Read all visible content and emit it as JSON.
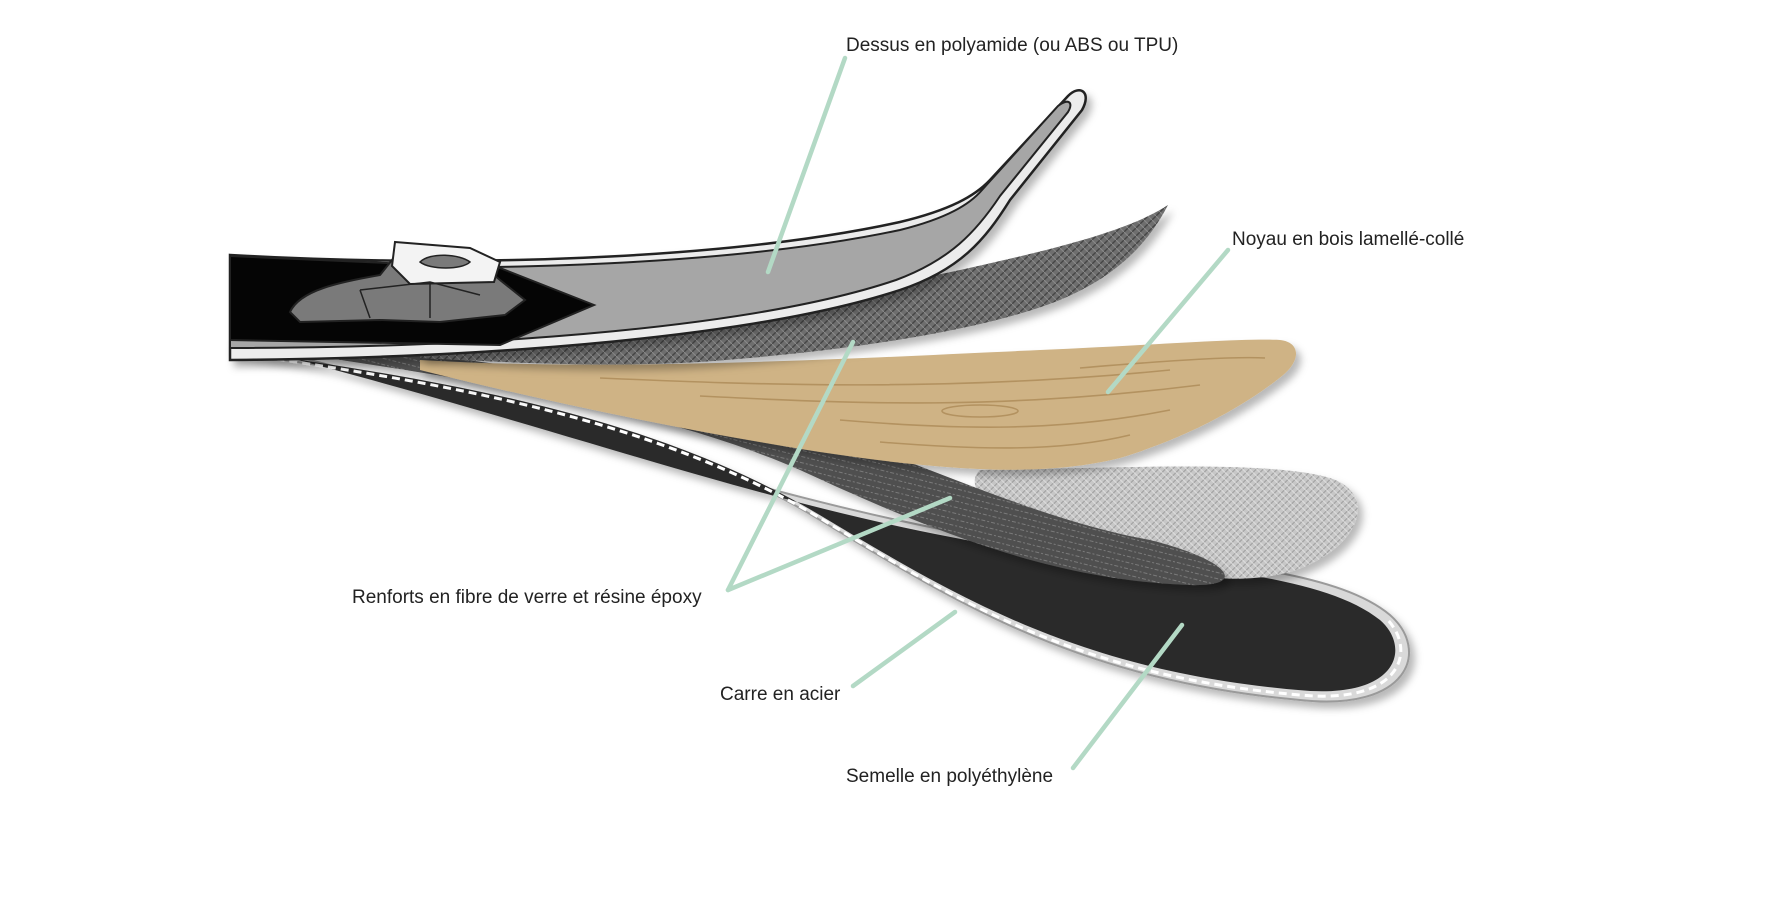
{
  "labels": {
    "top_sheet": "Dessus en polyamide (ou ABS ou TPU)",
    "core": "Noyau en bois lamellé-collé",
    "reinforcements": "Renforts en fibre de verre et résine époxy",
    "steel_edge": "Carre en acier",
    "base": "Semelle en polyéthylène"
  },
  "colors": {
    "leader_line": "#b3d9c5",
    "top_sheet": "#a6a6a6",
    "wood_core": "#cfb385",
    "fiberglass_light": "#c4c4c4",
    "fiberglass_dark": "#5a5a5a",
    "base": "#2b2b2b",
    "binding": "#000000"
  },
  "icons": {
    "binding": "ski-binding-icon"
  }
}
